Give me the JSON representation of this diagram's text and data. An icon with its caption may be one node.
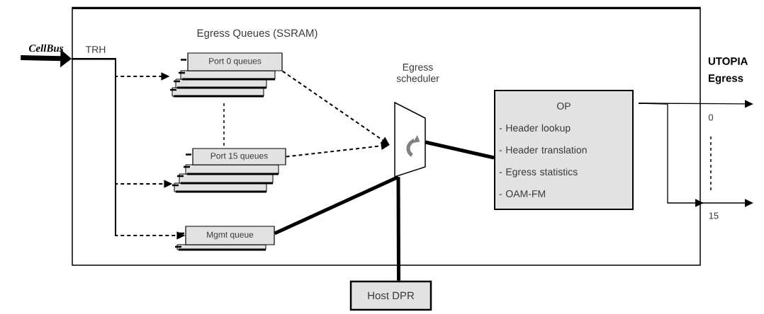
{
  "diagram": {
    "nodes": [
      {
        "text": [],
        "shape": "box"
      },
      {
        "text": [
          "CellBus"
        ]
      },
      {
        "text": [
          "Port 0 queues"
        ],
        "in": 0
      },
      {
        "text": [
          "Port 15 queues"
        ],
        "in": 0
      },
      {
        "text": [
          "Mgmt queue"
        ],
        "in": 0
      },
      {
        "text": [
          "Egress scheduler"
        ],
        "in": 0
      },
      {
        "text": [
          "OP",
          "- Header lookup",
          "- Header translation",
          "- Egress statistics",
          "- OAM-FM"
        ],
        "in": 0
      },
      {
        "text": [
          "Host DPR"
        ]
      }
    ],
    "edges": [
      {
        "from": 1,
        "to": 0,
        "arrow": "to",
        "style": "thick"
      },
      {
        "from": 0,
        "to": 2,
        "arrow": "to",
        "style": "dashed"
      },
      {
        "from": 0,
        "to": 3,
        "arrow": "to",
        "style": "dashed"
      },
      {
        "from": 0,
        "to": 4,
        "arrow": "to",
        "style": "dashed"
      },
      {
        "from": 2,
        "to": 5,
        "arrow": "to",
        "style": "dashed"
      },
      {
        "from": 3,
        "to": 5,
        "arrow": "to",
        "style": "dashed"
      },
      {
        "from": 4,
        "to": 5,
        "arrow": "none",
        "style": "thick"
      },
      {
        "from": 7,
        "to": 5,
        "arrow": "none",
        "style": "thick"
      },
      {
        "from": 5,
        "to": 6,
        "arrow": "none",
        "style": "thick"
      },
      {
        "from": 6,
        "to": null,
        "arrow": "to",
        "label": "0"
      },
      {
        "from": 6,
        "to": null,
        "arrow": "to",
        "label": "15"
      }
    ],
    "labels": [
      "TRH",
      "Egress Queues (SSRAM)",
      "UTOPIA Egress"
    ]
  }
}
